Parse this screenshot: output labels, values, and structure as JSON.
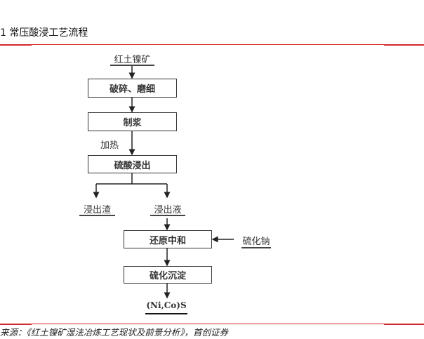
{
  "title": "1  常压酸浸工艺流程",
  "diagram": {
    "input": "红土镍矿",
    "steps": [
      "破碎、磨细",
      "制浆",
      "硫酸浸出",
      "还原中和",
      "硫化沉淀"
    ],
    "heat_label": "加热",
    "residue": "浸出渣",
    "leachate": "浸出液",
    "reagent": "硫化钠",
    "product": "(Ni,Co)S"
  },
  "source": "来源：《红土镍矿湿法冶炼工艺现状及前景分析》，首创证券"
}
